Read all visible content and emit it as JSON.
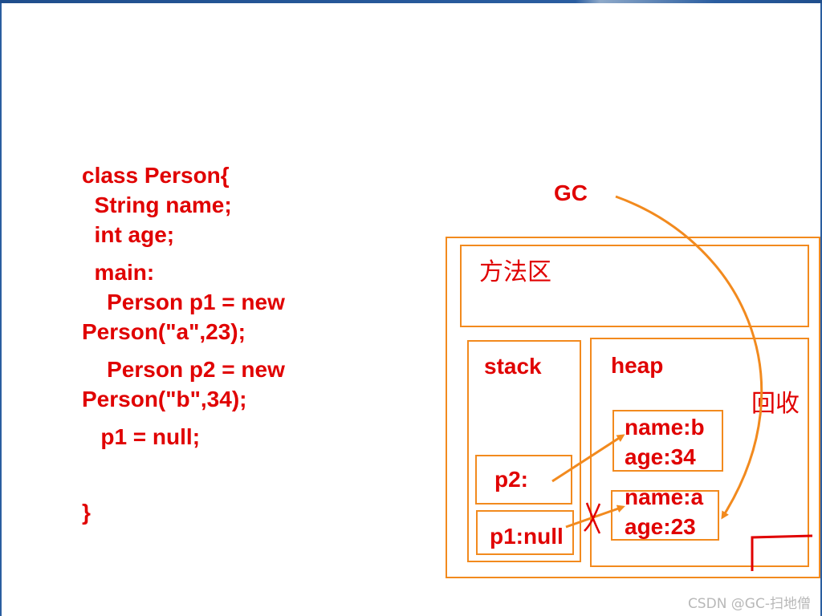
{
  "code_lines": [
    "class Person{",
    "  String name;",
    "  int age;",
    "  main:",
    "    Person p1 = new",
    "Person(\"a\",23);",
    "    Person p2 = new",
    "Person(\"b\",34);",
    "   p1 = null;",
    "}"
  ],
  "gc_label": "GC",
  "method_area_label": "方法区",
  "stack_label": "stack",
  "heap_label": "heap",
  "recycle_label": "回收",
  "stack_p2": "p2:",
  "stack_p1": "p1:null",
  "heap_obj_b": [
    "name:b",
    "age:34"
  ],
  "heap_obj_a": [
    "name:a",
    "age:23"
  ],
  "watermark": "CSDN @GC-扫地僧",
  "colors": {
    "code_text": "#e00000",
    "box_border": "#f28a1e",
    "arrow": "#f28a1e",
    "topbar": "#1f4e8c"
  },
  "icons": {
    "gc_curve": "curved-arrow",
    "reference": "straight-arrow",
    "broken_reference": "red-x-mark"
  }
}
